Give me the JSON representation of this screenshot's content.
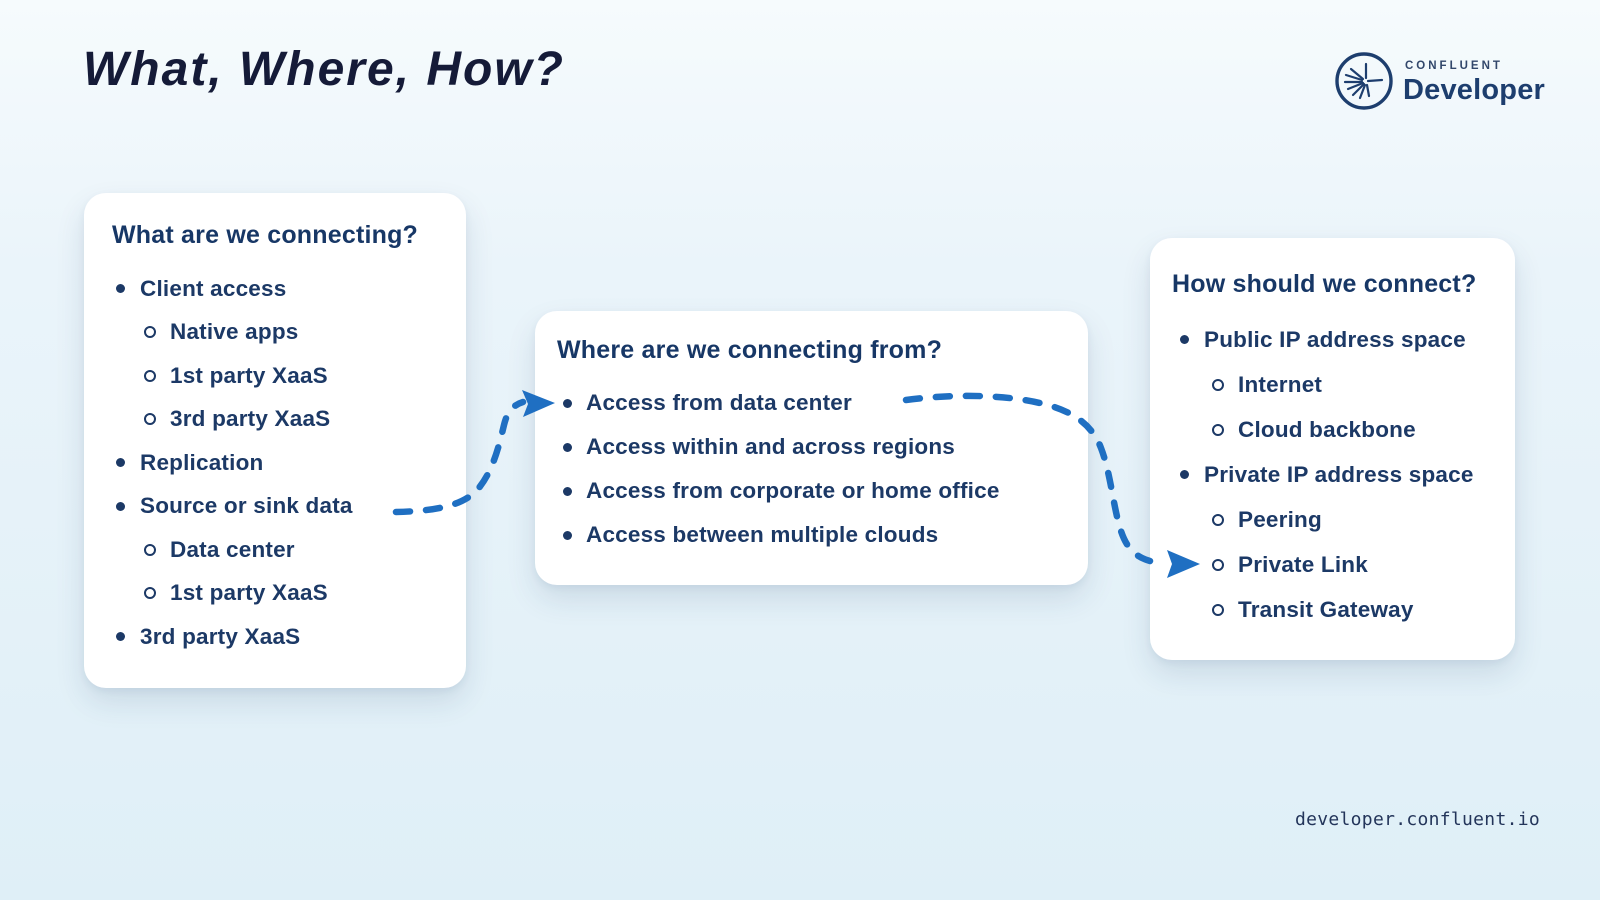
{
  "title": "What, Where, How?",
  "logo": {
    "brand": "CONFLUENT",
    "product": "Developer",
    "icon": "confluent-starburst-icon"
  },
  "footer": {
    "url": "developer.confluent.io"
  },
  "colors": {
    "background": "#e8f3f9",
    "card": "#ffffff",
    "title": "#151b38",
    "heading": "#173766",
    "text": "#1c3966",
    "accent_blue": "#1f6fc2",
    "logo_navy": "#1d3e6e"
  },
  "cards": [
    {
      "heading": "What are we connecting?",
      "items": [
        {
          "text": "Client access",
          "level": 1
        },
        {
          "text": "Native apps",
          "level": 2
        },
        {
          "text": "1st party XaaS",
          "level": 2
        },
        {
          "text": "3rd party XaaS",
          "level": 2
        },
        {
          "text": "Replication",
          "level": 1
        },
        {
          "text": "Source or sink data",
          "level": 1
        },
        {
          "text": "Data center",
          "level": 2
        },
        {
          "text": "1st party XaaS",
          "level": 2
        },
        {
          "text": "3rd party XaaS",
          "level": 1
        }
      ]
    },
    {
      "heading": "Where are we connecting from?",
      "items": [
        {
          "text": "Access from data center",
          "level": 1
        },
        {
          "text": "Access within and across regions",
          "level": 1
        },
        {
          "text": "Access from corporate or home office",
          "level": 1
        },
        {
          "text": "Access between multiple clouds",
          "level": 1
        }
      ]
    },
    {
      "heading": "How should we connect?",
      "items": [
        {
          "text": "Public IP address space",
          "level": 1
        },
        {
          "text": "Internet",
          "level": 2
        },
        {
          "text": "Cloud backbone",
          "level": 2
        },
        {
          "text": "Private IP address space",
          "level": 1
        },
        {
          "text": "Peering",
          "level": 2
        },
        {
          "text": "Private Link",
          "level": 2
        },
        {
          "text": "Transit Gateway",
          "level": 2
        }
      ]
    }
  ],
  "arrows": [
    {
      "name": "what-to-where",
      "from": "Source or sink data",
      "to": "Access from data center",
      "style": "dashed"
    },
    {
      "name": "where-to-how",
      "from": "Access from data center",
      "to": "Private Link",
      "style": "dashed"
    }
  ]
}
